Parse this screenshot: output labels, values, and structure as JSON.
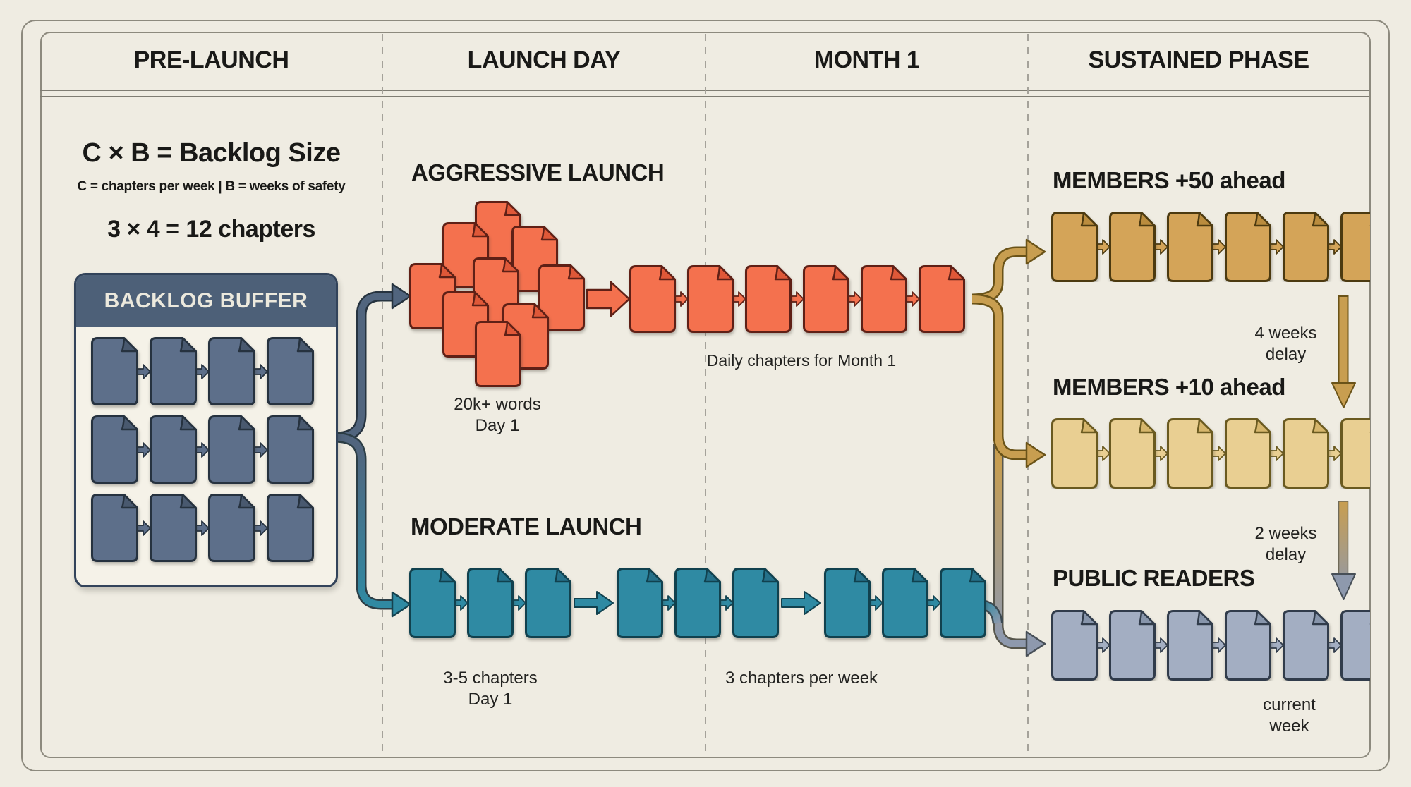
{
  "header": {
    "columns": [
      "PRE-LAUNCH",
      "LAUNCH DAY",
      "MONTH 1",
      "SUSTAINED PHASE"
    ]
  },
  "prelaunch": {
    "formula_title": "C × B = Backlog Size",
    "formula_subtitle": "C = chapters per week  |  B = weeks of safety",
    "formula_example": "3 × 4 = 12 chapters",
    "backlog": {
      "title": "BACKLOG BUFFER",
      "rows": 3,
      "cols": 4
    }
  },
  "launch_day": {
    "aggressive_title": "AGGRESSIVE LAUNCH",
    "cluster_doc_count": 9,
    "aggressive_label_line1": "20k+ words",
    "aggressive_label_line2": "Day 1",
    "moderate_title": "MODERATE LAUNCH",
    "moderate_groups": [
      3,
      3,
      3
    ],
    "moderate_label_line1": "3-5 chapters",
    "moderate_label_line2": "Day 1"
  },
  "month1": {
    "daily_row_count": 6,
    "daily_label": "Daily chapters for Month 1",
    "weekly_label": "3 chapters per week"
  },
  "sustained": {
    "rows": [
      {
        "id": "members50",
        "title": "MEMBERS +50 ahead",
        "doc_count": 6,
        "palette": "gold"
      },
      {
        "id": "members10",
        "title": "MEMBERS +10 ahead",
        "doc_count": 6,
        "palette": "lightgold"
      },
      {
        "id": "public",
        "title": "PUBLIC READERS",
        "doc_count": 6,
        "palette": "gray"
      }
    ],
    "delay1_line1": "4 weeks",
    "delay1_line2": "delay",
    "delay2_line1": "2 weeks",
    "delay2_line2": "delay",
    "current_line1": "current",
    "current_line2": "week"
  },
  "colors": {
    "background": "#efece2",
    "frame_border": "#8d8a7e",
    "text": "#1c1c1a",
    "dashed_divider": "#a5a29a",
    "backlog_header_bg": "#4d6078",
    "backlog_header_text": "#ece9dd",
    "backlog_box_bg": "#f5f2e8",
    "slate_doc": "#5d6f8a",
    "slate_doc_border": "#26323f",
    "slate_doc_fold": "#49596f",
    "orange_doc": "#f4714e",
    "orange_doc_border": "#5f2016",
    "orange_doc_fold": "#df5838",
    "teal_doc": "#2f8aa3",
    "teal_doc_border": "#11414e",
    "teal_doc_fold": "#25718a",
    "gold_doc": "#d4a458",
    "gold_doc_border": "#4c3a10",
    "gold_doc_fold": "#ba8c3e",
    "lightgold_doc": "#e9cf92",
    "lightgold_doc_border": "#6a5a20",
    "lightgold_doc_fold": "#d6b66c",
    "gray_doc": "#a3aec2",
    "gray_doc_border": "#313c4b",
    "gray_doc_fold": "#8795ab",
    "slate_connector": "#51657e",
    "gold_connector": "#c89e50",
    "gray_connector": "#8e99ad",
    "teal_connector": "#2f8aa3"
  }
}
